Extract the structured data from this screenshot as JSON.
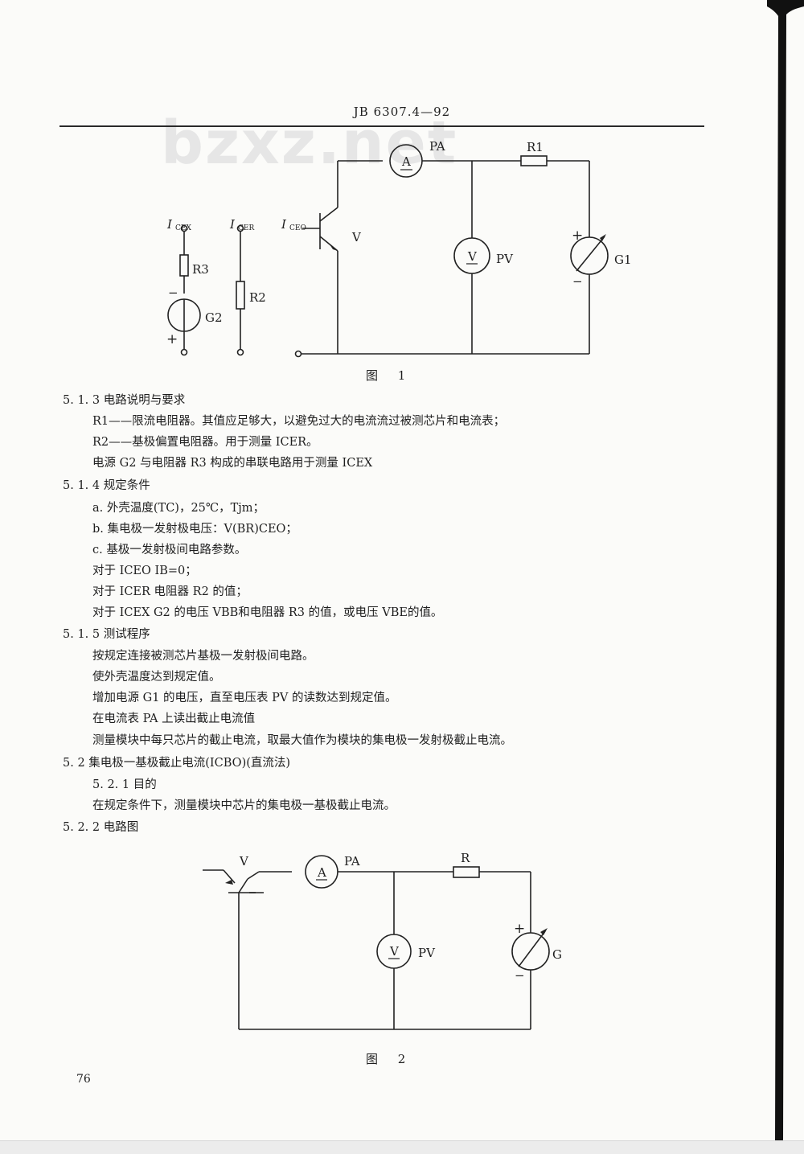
{
  "header": {
    "code": "JB 6307.4—92",
    "watermark": "bzxz.net"
  },
  "figure1": {
    "caption": "图  1",
    "labels": {
      "icex": "I",
      "icex_sub": "CEX",
      "icer": "I",
      "icer_sub": "CER",
      "iceo": "I",
      "iceo_sub": "CEO",
      "r3": "R3",
      "r2": "R2",
      "g2": "G2",
      "v": "V",
      "a": "A",
      "pa": "PA",
      "r1": "R1",
      "vm": "V",
      "pv": "PV",
      "g1": "G1",
      "plus": "+",
      "minus": "−"
    }
  },
  "section_5_1_3": {
    "heading": "5. 1. 3   电路说明与要求",
    "lines": [
      "R1——限流电阻器。其值应足够大，以避免过大的电流流过被测芯片和电流表；",
      "R2——基极偏置电阻器。用于测量 ICER。",
      "电源 G2 与电阻器 R3 构成的串联电路用于测量 ICEX"
    ]
  },
  "section_5_1_4": {
    "heading": "5. 1. 4   规定条件",
    "items": [
      "a.   外壳温度(TC)，25℃，Tjm；",
      "b.   集电极一发射极电压：V(BR)CEO；",
      "c.   基极一发射极间电路参数。"
    ],
    "rows": [
      "对于 ICEO        IB=0；",
      "对于 ICER        电阻器 R2 的值；",
      "对于 ICEX        G2 的电压 VBB和电阻器 R3 的值，或电压 VBE的值。"
    ]
  },
  "section_5_1_5": {
    "heading": "5. 1. 5   测试程序",
    "lines": [
      "按规定连接被测芯片基极一发射极间电路。",
      "使外壳温度达到规定值。",
      "增加电源 G1 的电压，直至电压表 PV 的读数达到规定值。",
      "在电流表 PA 上读出截止电流值",
      "测量模块中每只芯片的截止电流，取最大值作为模块的集电极一发射极截止电流。"
    ]
  },
  "section_5_2": {
    "heading": "5. 2   集电极一基极截止电流(ICBO)(直流法)",
    "sub1": "5. 2. 1   目的",
    "sub1_text": "在规定条件下，测量模块中芯片的集电极一基极截止电流。",
    "sub2": "5. 2. 2   电路图"
  },
  "figure2": {
    "caption": "图  2",
    "labels": {
      "v": "V",
      "a": "A",
      "pa": "PA",
      "r": "R",
      "vm": "V",
      "pv": "PV",
      "g": "G",
      "plus": "+",
      "minus": "−"
    }
  },
  "footer": {
    "page_number": "76"
  }
}
